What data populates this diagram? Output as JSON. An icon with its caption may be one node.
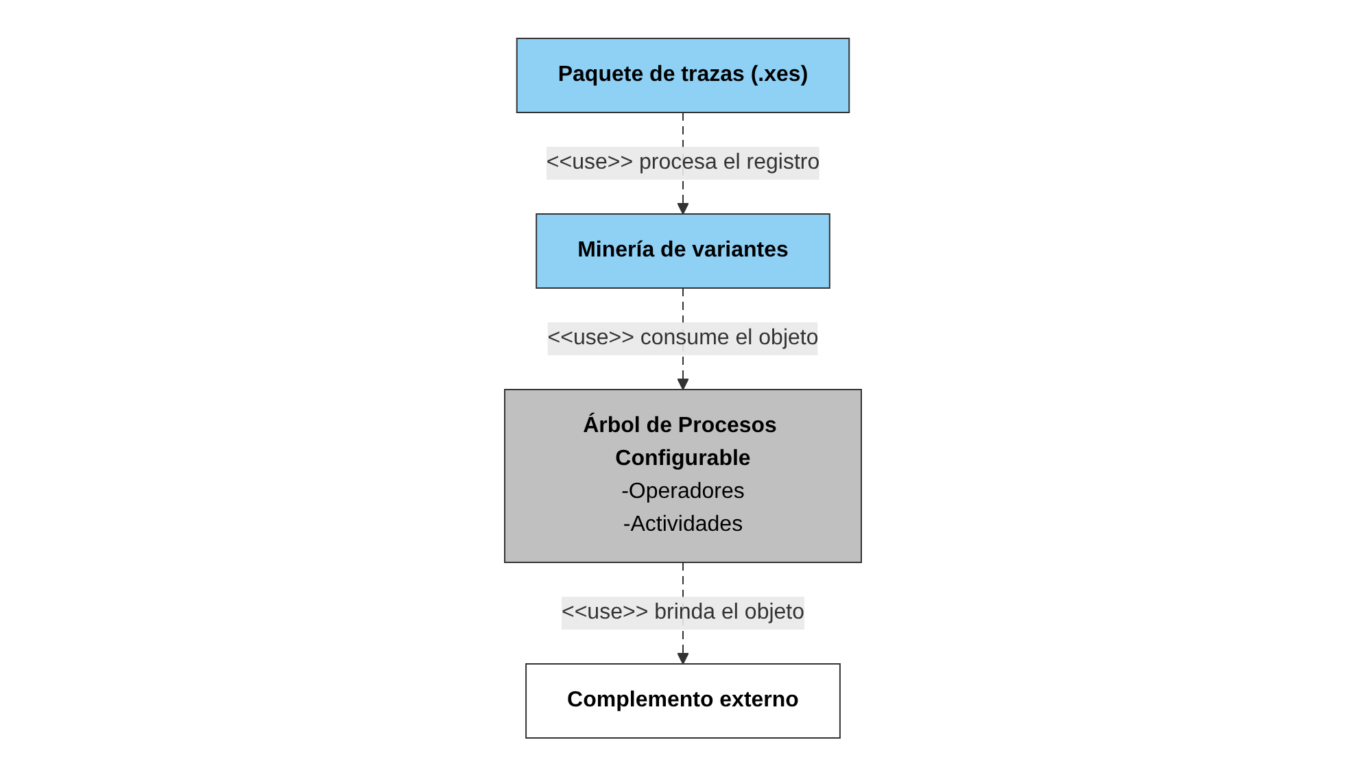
{
  "diagram": {
    "nodes": [
      {
        "text": [
          "Paquete de trazas (.xes)"
        ]
      },
      {
        "text": [
          "Minería de variantes"
        ]
      },
      {
        "text": [
          "Árbol de Procesos Configurable",
          "-Operadores",
          "-Actividades"
        ]
      },
      {
        "text": [
          "Complemento externo"
        ]
      }
    ],
    "edges": [
      {
        "from": 0,
        "to": 1,
        "arrow": "to",
        "style": "dashed",
        "label": "<<use>> procesa el registro"
      },
      {
        "from": 1,
        "to": 2,
        "arrow": "to",
        "style": "dashed",
        "label": "<<use>> consume el objeto"
      },
      {
        "from": 2,
        "to": 3,
        "arrow": "to",
        "style": "dashed",
        "label": "<<use>> brinda el objeto"
      }
    ]
  }
}
